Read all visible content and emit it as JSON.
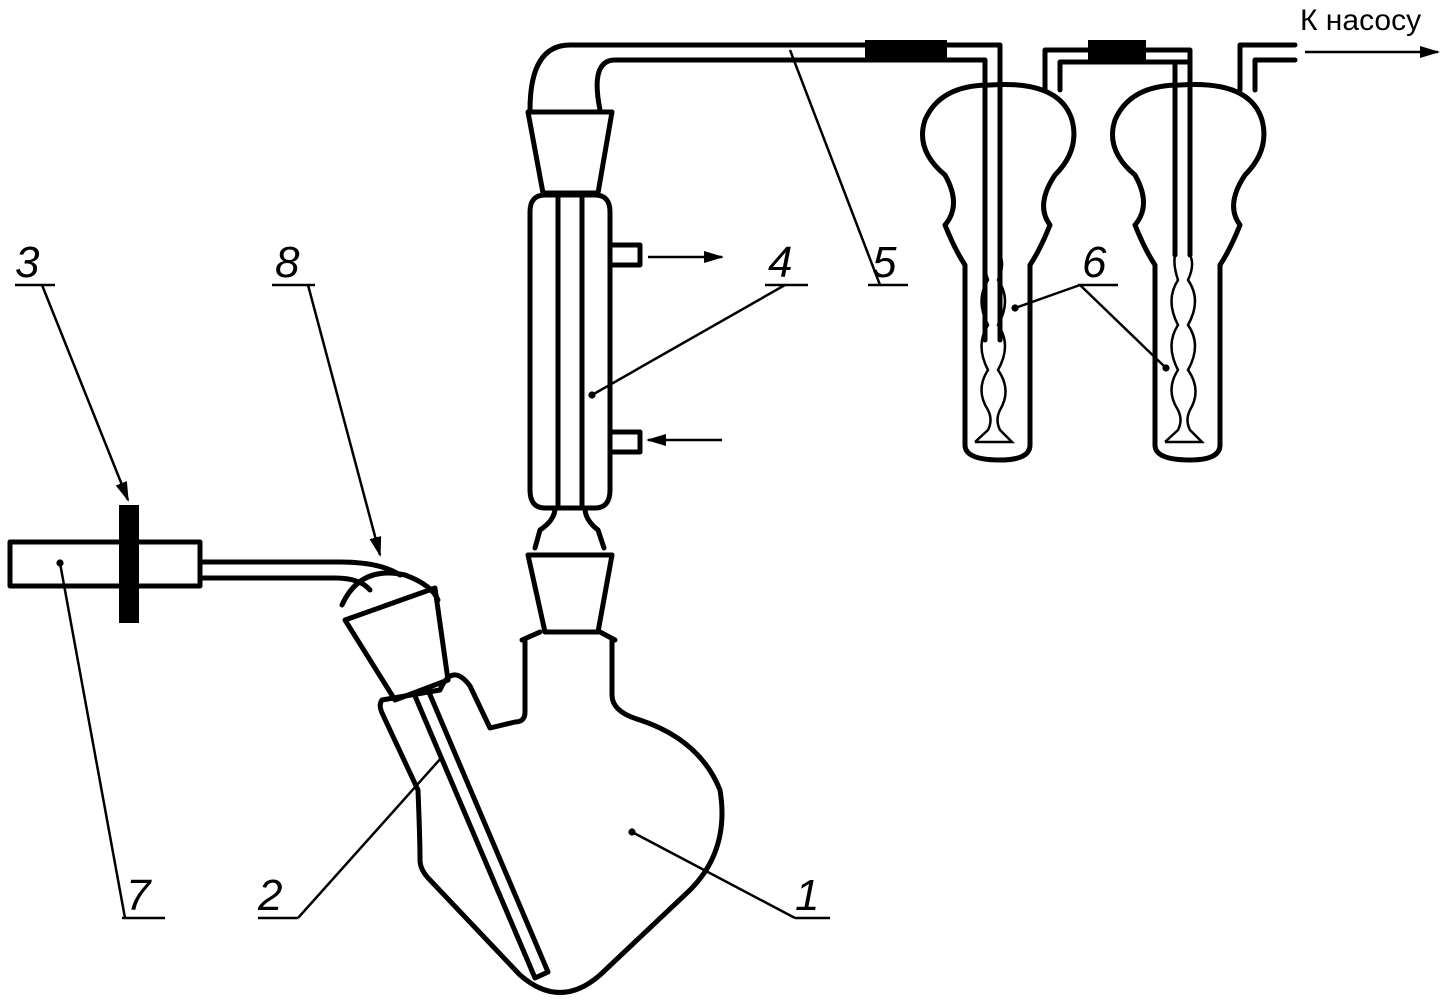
{
  "diagram": {
    "labels": [
      {
        "id": "1",
        "text": "1"
      },
      {
        "id": "2",
        "text": "2"
      },
      {
        "id": "3",
        "text": "3"
      },
      {
        "id": "4",
        "text": "4"
      },
      {
        "id": "5",
        "text": "5"
      },
      {
        "id": "6",
        "text": "6"
      },
      {
        "id": "7",
        "text": "7"
      },
      {
        "id": "8",
        "text": "8"
      }
    ],
    "destination_label": "К насосу",
    "colors": {
      "line": "#000000",
      "background": "#ffffff"
    }
  }
}
